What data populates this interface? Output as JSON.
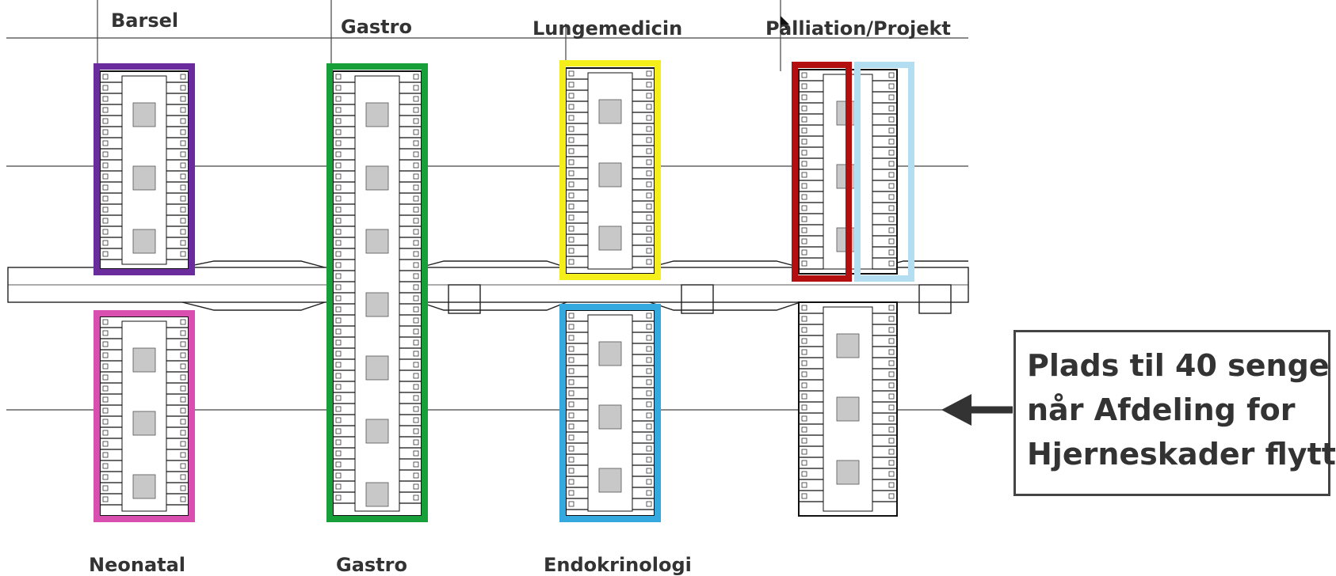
{
  "labels": {
    "top": [
      "Barsel",
      "Gastro",
      "Lungemedicin",
      "Palliation/Projekt"
    ],
    "bottom": [
      "Neonatal",
      "Gastro",
      "Endokrinologi"
    ]
  },
  "note": {
    "lines": [
      "Plads til 40 senge",
      "når Afdeling for",
      "Hjerneskader flytter"
    ]
  },
  "colors": {
    "barsel": "#6a2c9c",
    "neonatal": "#d94fb0",
    "gastro": "#17a03a",
    "lungemedicin": "#f4ee1b",
    "endokrinologi": "#33a9e0",
    "palliation": "#b30f0f",
    "projekt": "#b3def2",
    "line": "#444444",
    "arrow": "#333333"
  }
}
